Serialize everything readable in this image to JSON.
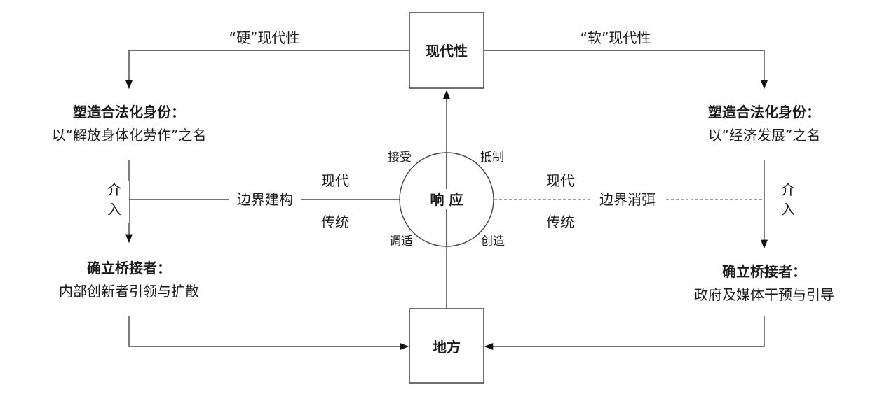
{
  "nodes": {
    "modernity": "现代性",
    "place": "地方",
    "response": "响 应"
  },
  "paths": {
    "hard_modernity": "“硬”现代性",
    "soft_modernity": "“软”现代性"
  },
  "left": {
    "identity_title": "塑造合法化身份：",
    "identity_detail": "以“解放身体化劳作”之名",
    "intervene_1": "介",
    "intervene_2": "入",
    "boundary": "边界建构",
    "bridge_title": "确立桥接者：",
    "bridge_detail": "内部创新者引领与扩散"
  },
  "right": {
    "identity_title": "塑造合法化身份：",
    "identity_detail": "以“经济发展”之名",
    "intervene_1": "介",
    "intervene_2": "入",
    "boundary": "边界消弭",
    "bridge_title": "确立桥接者：",
    "bridge_detail": "政府及媒体干预与引导"
  },
  "center": {
    "modern_left": "现代",
    "tradition_left": "传统",
    "modern_right": "现代",
    "tradition_right": "传统",
    "accept": "接受",
    "resist": "抵制",
    "adapt": "调适",
    "create": "创造"
  }
}
